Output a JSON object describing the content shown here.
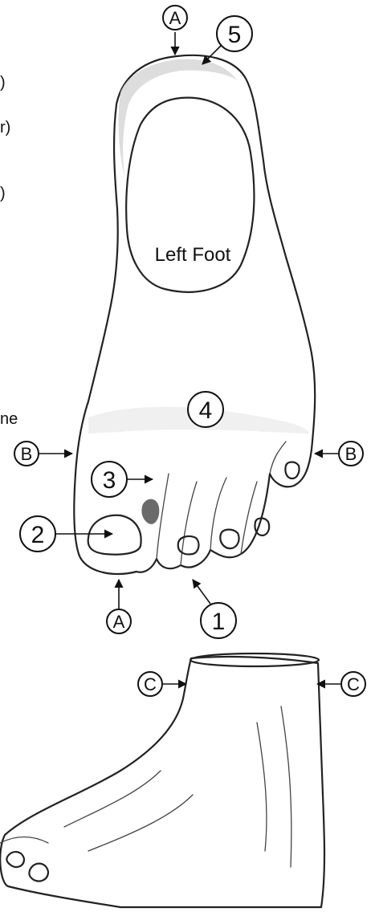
{
  "diagram": {
    "heel_text": "Left Foot",
    "left_fragments": [
      ")",
      "r)",
      ")",
      "ne"
    ],
    "number_markers": [
      {
        "id": "marker-5",
        "text": "5"
      },
      {
        "id": "marker-4",
        "text": "4"
      },
      {
        "id": "marker-3",
        "text": "3"
      },
      {
        "id": "marker-2",
        "text": "2"
      },
      {
        "id": "marker-1",
        "text": "1"
      }
    ],
    "letter_markers": [
      {
        "id": "marker-a-top",
        "text": "A"
      },
      {
        "id": "marker-a-bottom",
        "text": "A"
      },
      {
        "id": "marker-b-left",
        "text": "B"
      },
      {
        "id": "marker-b-right",
        "text": "B"
      },
      {
        "id": "marker-c-left",
        "text": "C"
      },
      {
        "id": "marker-c-right",
        "text": "C"
      }
    ]
  }
}
